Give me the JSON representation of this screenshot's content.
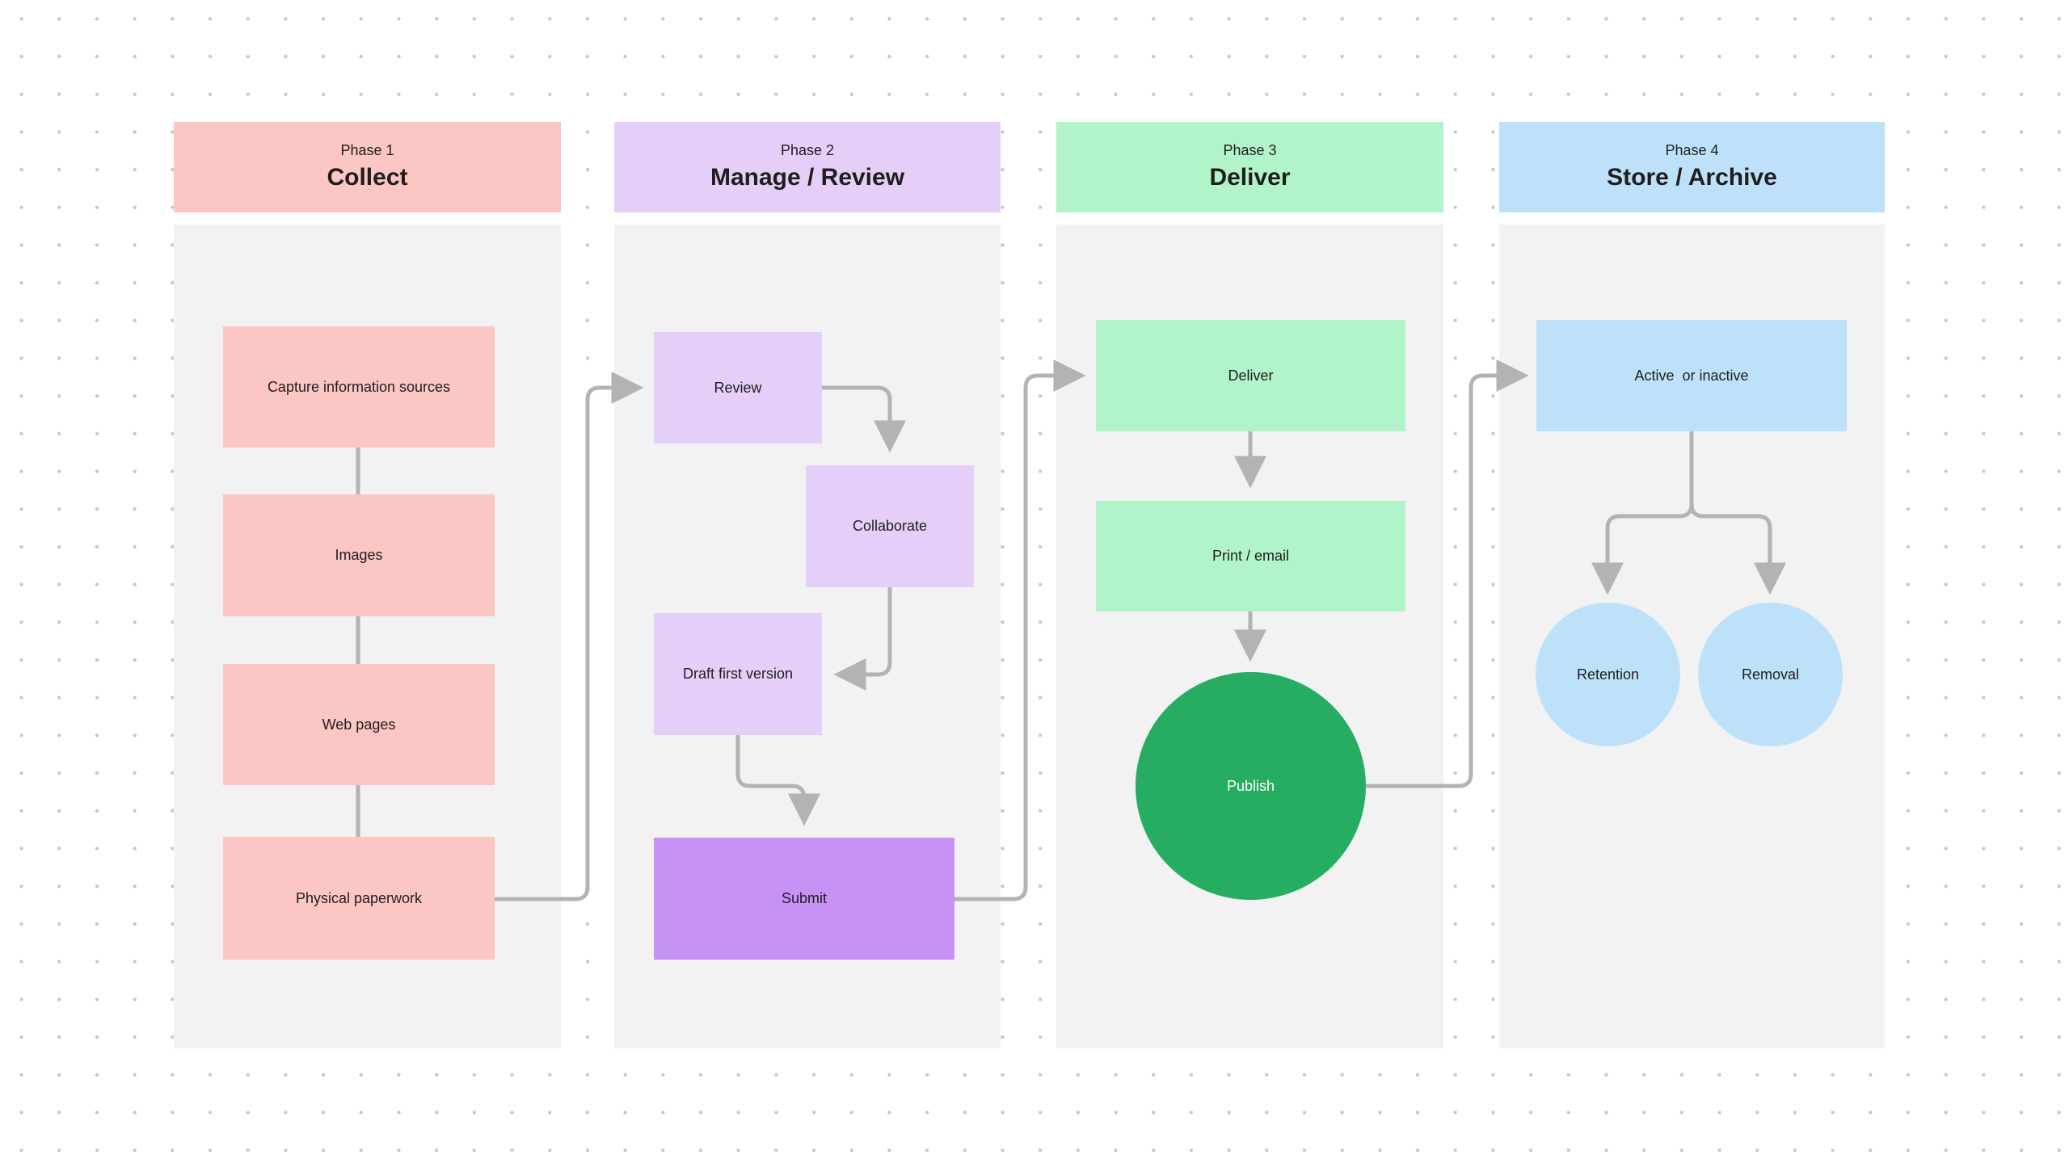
{
  "phases": [
    {
      "label": "Phase 1",
      "title": "Collect",
      "color": "#fbc6c3"
    },
    {
      "label": "Phase 2",
      "title": "Manage / Review",
      "color": "#e5cff9"
    },
    {
      "label": "Phase 3",
      "title": "Deliver",
      "color": "#b2f4c9"
    },
    {
      "label": "Phase 4",
      "title": "Store / Archive",
      "color": "#bee1fa"
    }
  ],
  "nodes": {
    "capture": "Capture information sources",
    "images": "Images",
    "web_pages": "Web pages",
    "physical_paperwork": "Physical paperwork",
    "review": "Review",
    "collaborate": "Collaborate",
    "draft": "Draft first version",
    "submit": "Submit",
    "deliver": "Deliver",
    "print_email": "Print / email",
    "publish": "Publish",
    "active_inactive": "Active  or inactive",
    "retention": "Retention",
    "removal": "Removal"
  },
  "colors": {
    "connector": "#b3b3b3",
    "submit": "#c792f6",
    "publish": "#26ad62",
    "column_bg": "#f2f2f2"
  }
}
